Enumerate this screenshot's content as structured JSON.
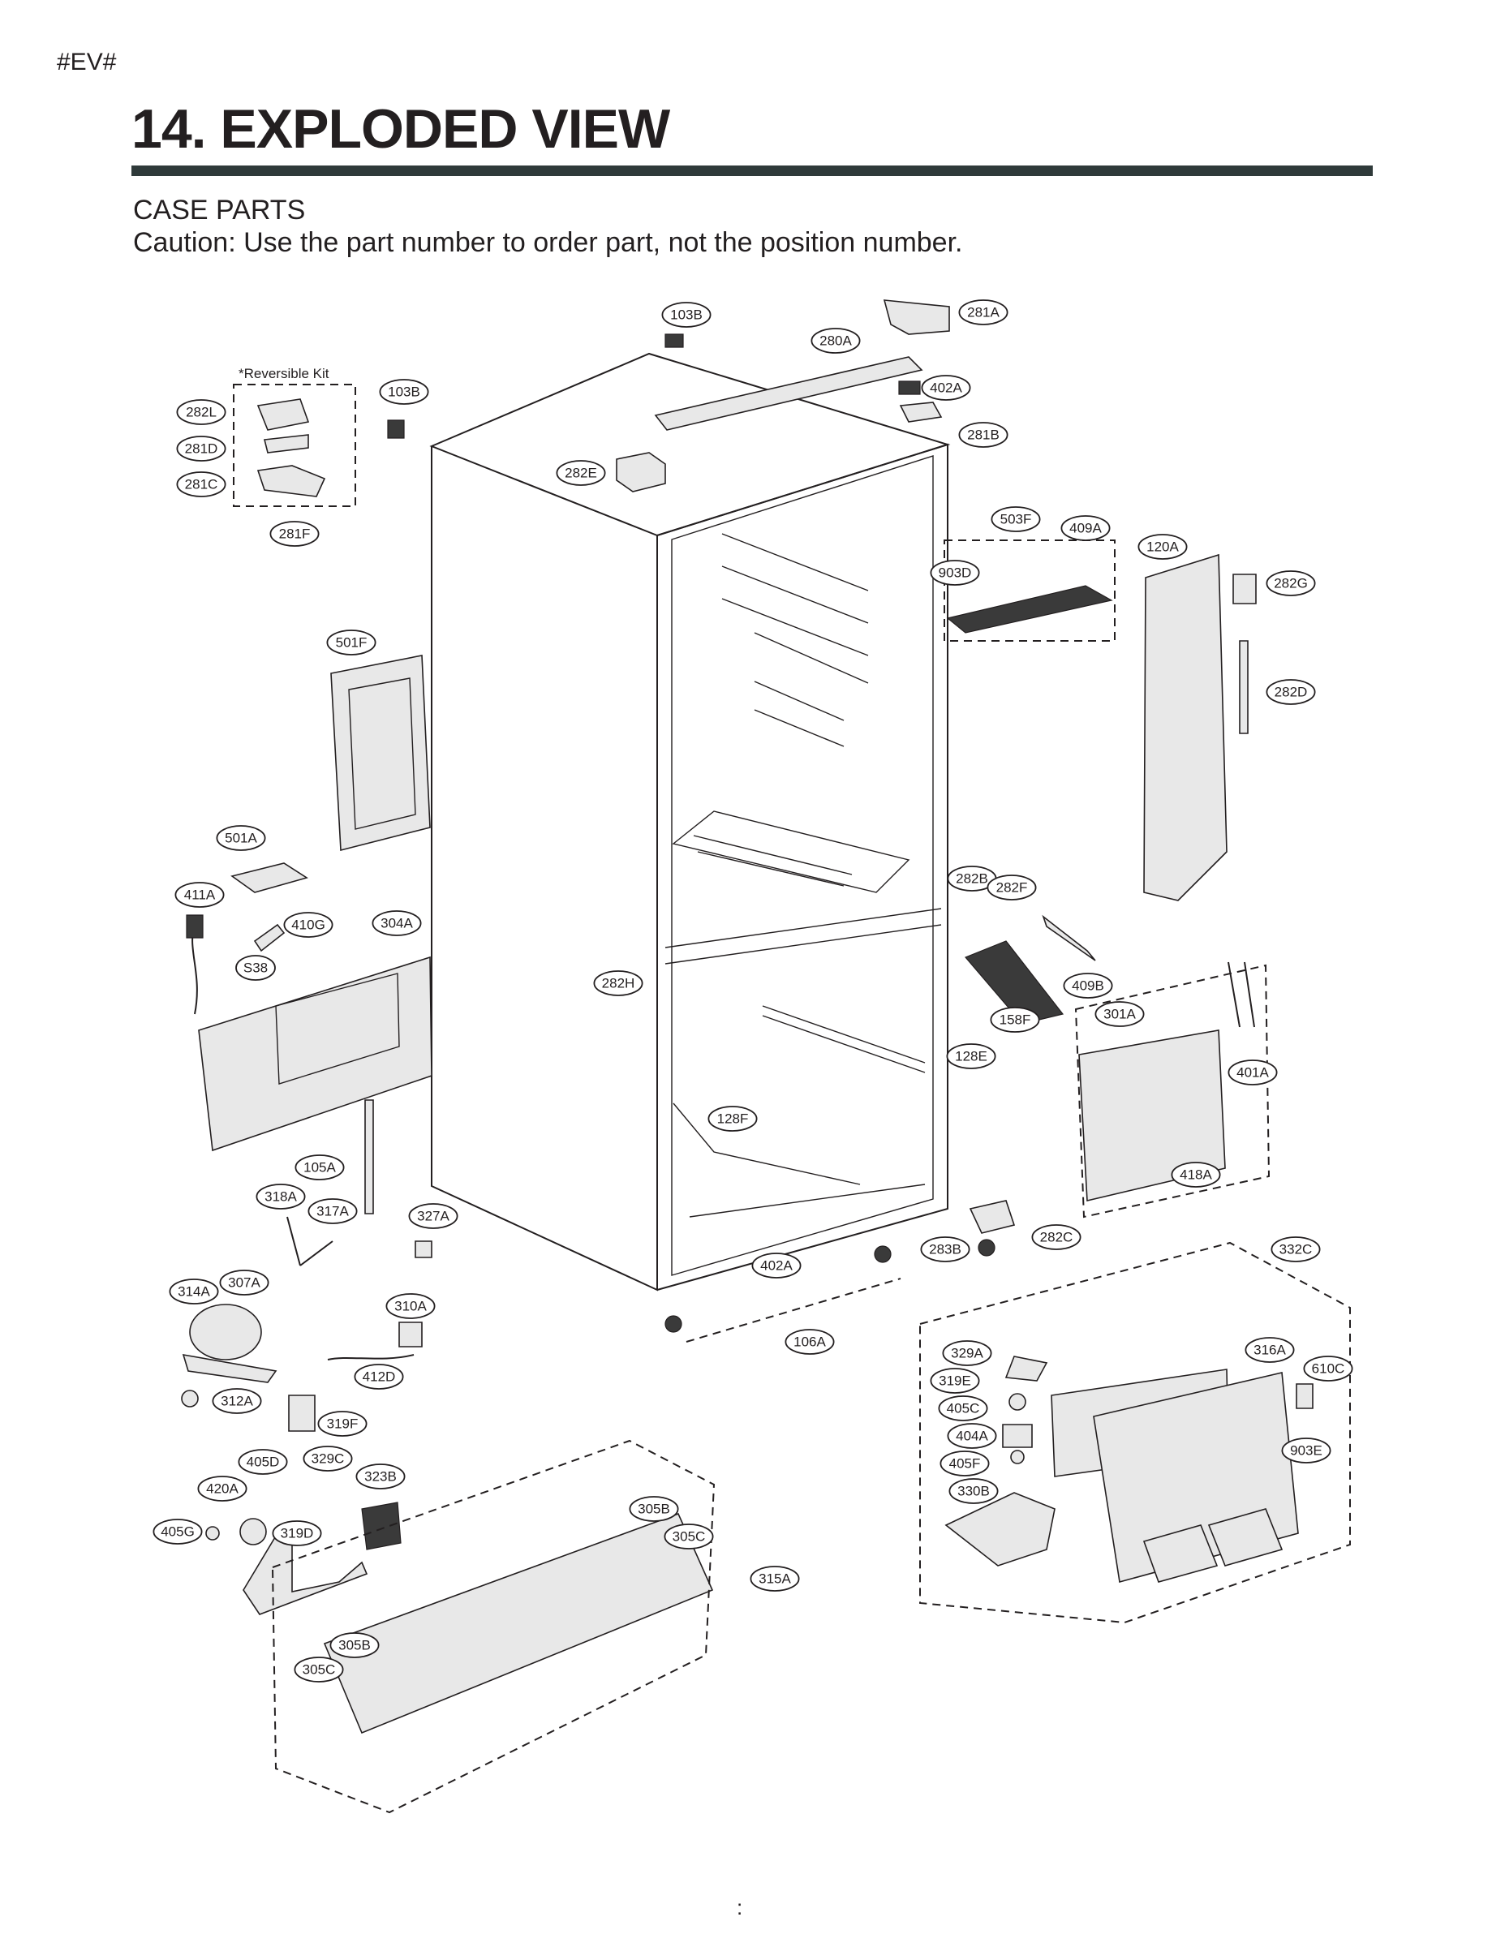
{
  "page_marker": "#EV#",
  "title": "14. EXPLODED VIEW",
  "subtitle": "CASE PARTS",
  "caution": "Caution: Use the part number to order part, not the position number.",
  "reversible_kit_label": "*Reversible Kit",
  "footer_mark": ":",
  "callouts": [
    "103B",
    "281A",
    "280A",
    "103B",
    "402A",
    "281B",
    "282L",
    "281D",
    "281C",
    "281F",
    "282E",
    "503F",
    "409A",
    "120A",
    "282G",
    "903D",
    "282D",
    "501F",
    "501A",
    "411A",
    "410G",
    "304A",
    "S38",
    "282B",
    "282F",
    "282H",
    "409B",
    "158F",
    "301A",
    "128E",
    "401A",
    "128F",
    "418A",
    "105A",
    "318A",
    "317A",
    "327A",
    "282C",
    "283B",
    "332C",
    "402A",
    "314A",
    "307A",
    "310A",
    "106A",
    "412D",
    "312A",
    "329A",
    "316A",
    "610C",
    "319E",
    "405C",
    "404A",
    "903E",
    "405F",
    "319F",
    "405D",
    "329C",
    "420A",
    "323B",
    "330B",
    "305B",
    "405G",
    "319D",
    "305C",
    "315A",
    "305B",
    "305C"
  ]
}
